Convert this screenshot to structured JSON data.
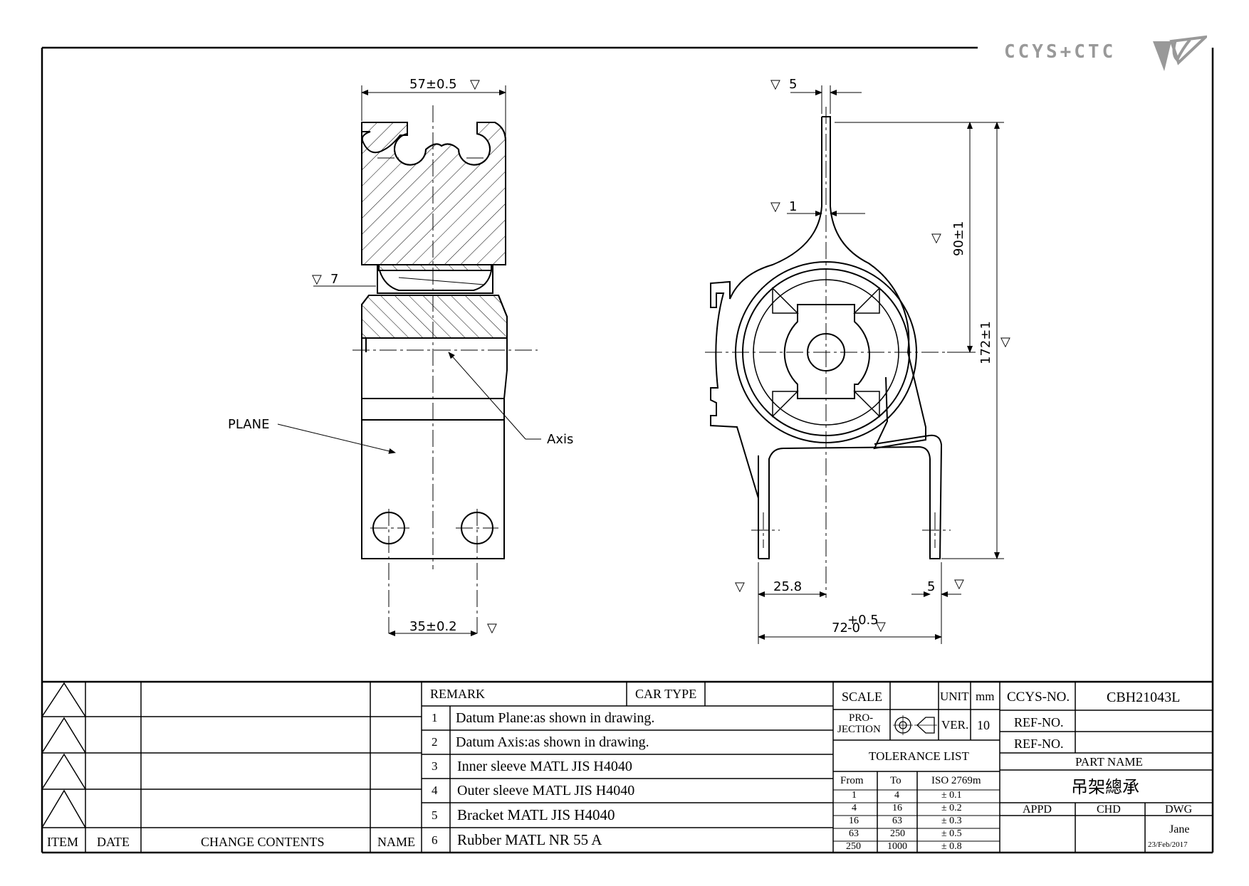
{
  "logo": {
    "text": "CCYS+CTC"
  },
  "drawing": {
    "left_view": {
      "width_dim": "57±0.5",
      "hole_pitch_dim": "35±0.2",
      "surface_mark_7": "7",
      "label_plane": "PLANE",
      "label_axis": "Axis"
    },
    "right_view": {
      "dim_5_top": "5",
      "dim_1": "1",
      "dim_90": "90±1",
      "dim_172": "172±1",
      "dim_25_8": "25.8",
      "dim_5_bottom": "5",
      "dim_72": "72",
      "dim_72_tol_upper": "+0.5",
      "dim_72_tol_lower": "-0"
    }
  },
  "revision_table": {
    "headers": {
      "item": "ITEM",
      "date": "DATE",
      "change_contents": "CHANGE CONTENTS",
      "name": "NAME"
    }
  },
  "remarks": {
    "title": "REMARK",
    "car_type_label": "CAR TYPE",
    "items": [
      {
        "no": "1",
        "text": "Datum Plane:as shown in drawing."
      },
      {
        "no": "2",
        "text": "Datum Axis:as shown in drawing."
      },
      {
        "no": "3",
        "text": "Inner sleeve MATL JIS H4040"
      },
      {
        "no": "4",
        "text": "Outer sleeve MATL JIS H4040"
      },
      {
        "no": "5",
        "text": "Bracket MATL JIS H4040"
      },
      {
        "no": "6",
        "text": "Rubber MATL NR 55 A"
      }
    ]
  },
  "title_block": {
    "scale_label": "SCALE",
    "unit_label": "UNIT",
    "unit_value": "mm",
    "projection_label_1": "PRO-",
    "projection_label_2": "JECTION",
    "ver_label": "VER.",
    "ver_value": "10",
    "ccys_no_label": "CCYS-NO.",
    "ccys_no_value": "CBH21043L",
    "ref_no_label_1": "REF-NO.",
    "ref_no_label_2": "REF-NO.",
    "part_name_label": "PART NAME",
    "part_name_value": "吊架總承",
    "appd_label": "APPD",
    "chd_label": "CHD",
    "dwg_label": "DWG",
    "dwg_name": "Jane",
    "dwg_date": "23/Feb/2017"
  },
  "tolerance_list": {
    "title": "TOLERANCE LIST",
    "headers": {
      "from": "From",
      "to": "To",
      "iso": "ISO 2769m"
    },
    "rows": [
      {
        "from": "1",
        "to": "4",
        "tol": "± 0.1"
      },
      {
        "from": "4",
        "to": "16",
        "tol": "± 0.2"
      },
      {
        "from": "16",
        "to": "63",
        "tol": "± 0.3"
      },
      {
        "from": "63",
        "to": "250",
        "tol": "± 0.5"
      },
      {
        "from": "250",
        "to": "1000",
        "tol": "± 0.8"
      }
    ]
  }
}
